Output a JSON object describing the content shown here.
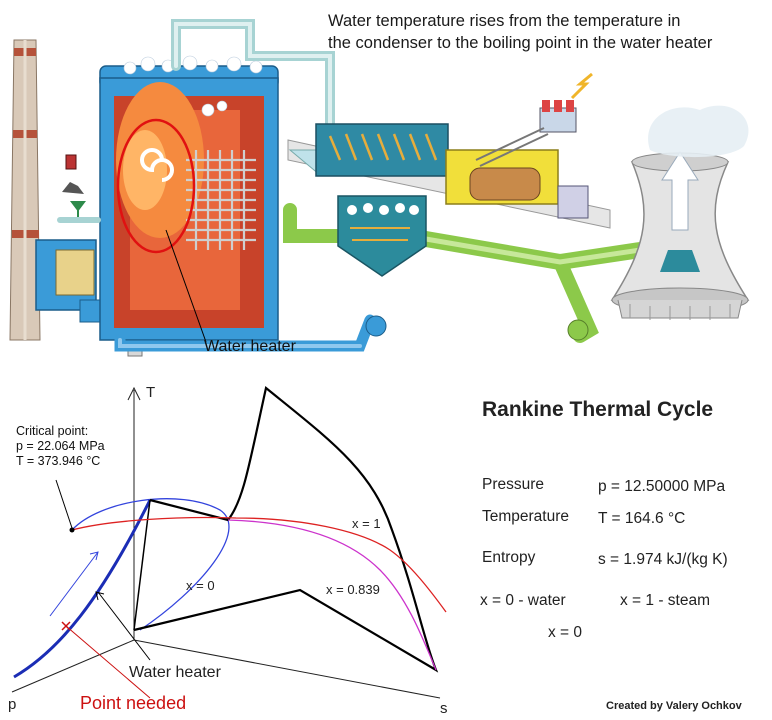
{
  "caption": {
    "line1": "Water temperature rises from the temperature in",
    "line2": "the condenser to the boiling point in the water heater"
  },
  "plant": {
    "water_heater_label": "Water heater"
  },
  "critical_point": {
    "heading": "Critical point:",
    "pressure": "p = 22.064 MPa",
    "temperature": "T = 373.946 °C"
  },
  "panel": {
    "title": "Rankine Thermal Cycle",
    "pressure_label": "Pressure",
    "pressure_value": "p = 12.50000 MPa",
    "temperature_label": "Temperature",
    "temperature_value": "T = 164.6 °C",
    "entropy_label": "Entropy",
    "entropy_value": "s = 1.974 kJ/(kg K)",
    "legend_water": "x = 0 - water",
    "legend_steam": "x = 1 - steam",
    "current_x": "x = 0",
    "credit": "Created by Valery Ochkov"
  },
  "diagram": {
    "axis_T": "T",
    "axis_p": "p",
    "axis_s": "s",
    "x0_label": "x = 0",
    "x1_label": "x = 1",
    "x0839_label": "x = 0.839",
    "water_heater_label": "Water heater",
    "point_needed_label": "Point needed"
  },
  "colors": {
    "cycle": "#000000",
    "saturation": "#3344dd",
    "x1_curve": "#dd2222",
    "x0839_curve": "#cc33cc",
    "annotation": "#cc1111"
  }
}
